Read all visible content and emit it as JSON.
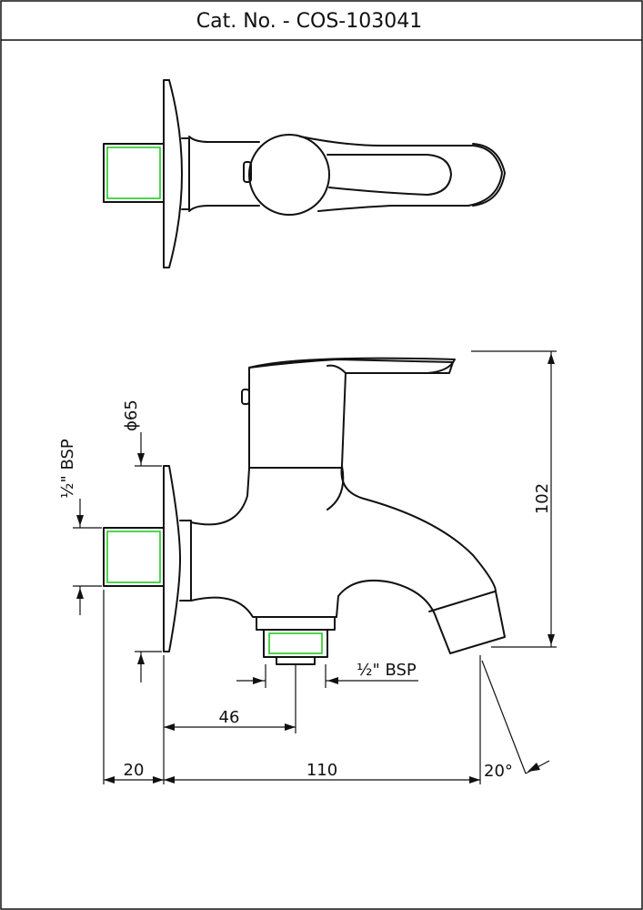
{
  "header": {
    "catalog_number": "Cat. No. - COS-103041"
  },
  "dimensions": {
    "flange_diameter": "ϕ65",
    "inlet_thread": "½\" BSP",
    "outlet_thread": "½\" BSP",
    "outlet_offset": "46",
    "spout_length": "110",
    "inlet_length": "20",
    "height": "102",
    "spout_angle": "20°"
  },
  "colors": {
    "line": "#111111",
    "thread_highlight": "#22cc22"
  }
}
